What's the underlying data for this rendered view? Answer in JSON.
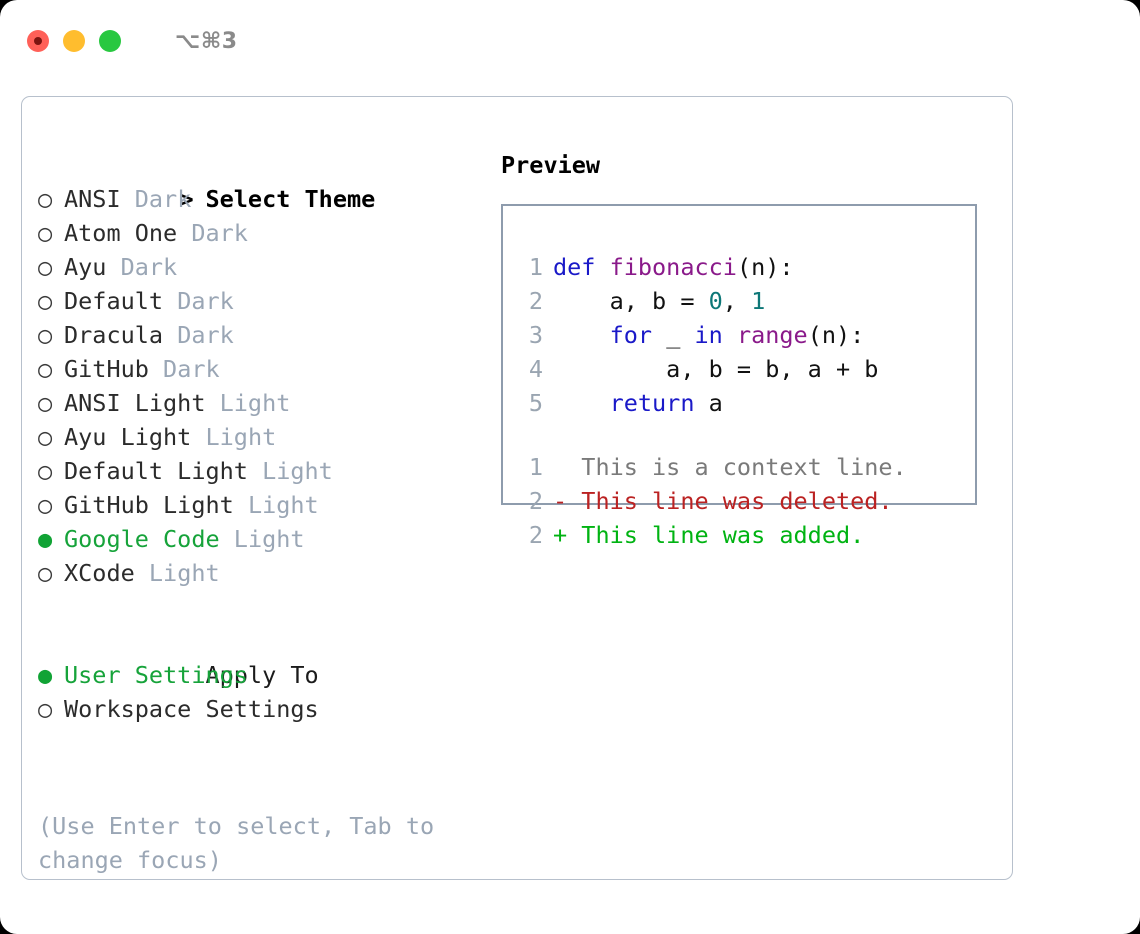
{
  "titlebar": {
    "shortcut": "⌥⌘3",
    "window_controls": [
      {
        "name": "close",
        "color": "#ff6058"
      },
      {
        "name": "minimize",
        "color": "#ffbd2e"
      },
      {
        "name": "zoom",
        "color": "#28c840"
      }
    ]
  },
  "theme_picker": {
    "header_prefix": "> ",
    "header_label": "Select Theme",
    "bullet_empty": "○ ",
    "bullet_full": "● ",
    "items": [
      {
        "name": "ANSI",
        "tag": "Dark",
        "selected": false
      },
      {
        "name": "Atom One",
        "tag": "Dark",
        "selected": false
      },
      {
        "name": "Ayu",
        "tag": "Dark",
        "selected": false
      },
      {
        "name": "Default",
        "tag": "Dark",
        "selected": false
      },
      {
        "name": "Dracula",
        "tag": "Dark",
        "selected": false
      },
      {
        "name": "GitHub",
        "tag": "Dark",
        "selected": false
      },
      {
        "name": "ANSI Light",
        "tag": "Light",
        "selected": false
      },
      {
        "name": "Ayu Light",
        "tag": "Light",
        "selected": false
      },
      {
        "name": "Default Light",
        "tag": "Light",
        "selected": false
      },
      {
        "name": "GitHub Light",
        "tag": "Light",
        "selected": false
      },
      {
        "name": "Google Code",
        "tag": "Light",
        "selected": true
      },
      {
        "name": "XCode",
        "tag": "Light",
        "selected": false
      }
    ]
  },
  "apply_to": {
    "header_prefix": "  ",
    "header_label": "Apply To",
    "items": [
      {
        "name": "User Settings",
        "selected": true
      },
      {
        "name": "Workspace Settings",
        "selected": false
      }
    ]
  },
  "hint": "(Use Enter to select, Tab to change focus)",
  "preview": {
    "title": "Preview",
    "code_lines": [
      {
        "lineno": "1",
        "tokens": [
          {
            "text": "def ",
            "type": "kw"
          },
          {
            "text": "fibonacci",
            "type": "fn"
          },
          {
            "text": "(n):",
            "type": "punc"
          }
        ]
      },
      {
        "lineno": "2",
        "tokens": [
          {
            "text": "    a, b = ",
            "type": "txt"
          },
          {
            "text": "0",
            "type": "num"
          },
          {
            "text": ", ",
            "type": "txt"
          },
          {
            "text": "1",
            "type": "num"
          }
        ]
      },
      {
        "lineno": "3",
        "tokens": [
          {
            "text": "    for",
            "type": "kw"
          },
          {
            "text": " _ ",
            "type": "txt"
          },
          {
            "text": "in",
            "type": "kw"
          },
          {
            "text": " ",
            "type": "txt"
          },
          {
            "text": "range",
            "type": "fn"
          },
          {
            "text": "(n):",
            "type": "punc"
          }
        ]
      },
      {
        "lineno": "4",
        "tokens": [
          {
            "text": "        a, b = b, a + b",
            "type": "txt"
          }
        ]
      },
      {
        "lineno": "5",
        "tokens": [
          {
            "text": "    return",
            "type": "kw"
          },
          {
            "text": " a",
            "type": "txt"
          }
        ]
      }
    ],
    "diff_lines": [
      {
        "lineno": "1",
        "marker": "  ",
        "text": "This is a context line.",
        "type": "ctx"
      },
      {
        "lineno": "2",
        "marker": "- ",
        "text": "This line was deleted.",
        "type": "del"
      },
      {
        "lineno": "2",
        "marker": "+ ",
        "text": "This line was added.",
        "type": "add"
      }
    ]
  },
  "colors": {
    "accent_selected": "#16a33a",
    "tag_muted": "#9aa6b5",
    "lineno": "#9aa5b1",
    "keyword": "#1a19c8",
    "function": "#8a1a8a",
    "number": "#0d7777",
    "diff_context": "#7a7a7a",
    "diff_deleted": "#bb2222",
    "diff_added": "#00b312",
    "panel_border": "#b7c0cc",
    "preview_border": "#8e9cad"
  }
}
